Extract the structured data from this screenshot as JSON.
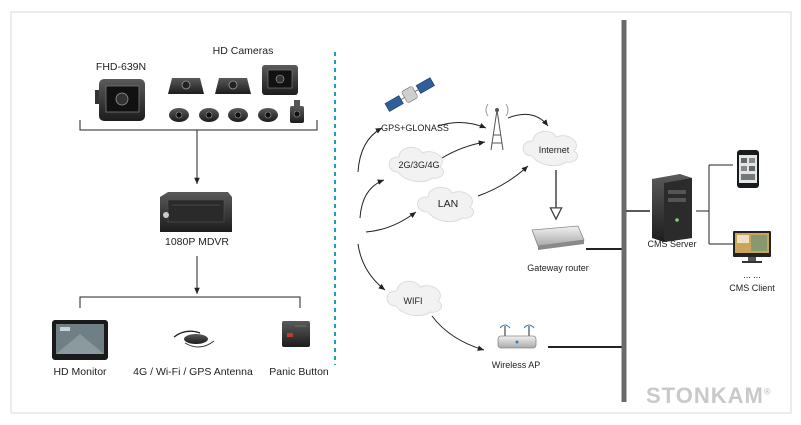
{
  "left_panel": {
    "hd_cameras": "HD Cameras",
    "fhd_camera": "FHD-639N",
    "mdvr": "1080P MDVR",
    "hd_monitor": "HD Monitor",
    "antenna": "4G / Wi-Fi / GPS Antenna",
    "panic_button": "Panic Button"
  },
  "network": {
    "gps": "GPS+GLONASS",
    "cellular": "2G/3G/4G",
    "internet": "Internet",
    "lan": "LAN",
    "wifi": "WIFI",
    "gateway_router": "Gateway router",
    "wireless_ap": "Wireless AP"
  },
  "server": {
    "cms_server": "CMS Server",
    "ellipsis": "... ...",
    "cms_client": "CMS Client"
  },
  "brand": {
    "name": "STONKAM",
    "mark": "®"
  },
  "colors": {
    "divider_dash": "#1ea0b4",
    "bus_line": "#6b6b6b",
    "cloud": "#f2f2f2",
    "brand": "#c9c9c9"
  }
}
